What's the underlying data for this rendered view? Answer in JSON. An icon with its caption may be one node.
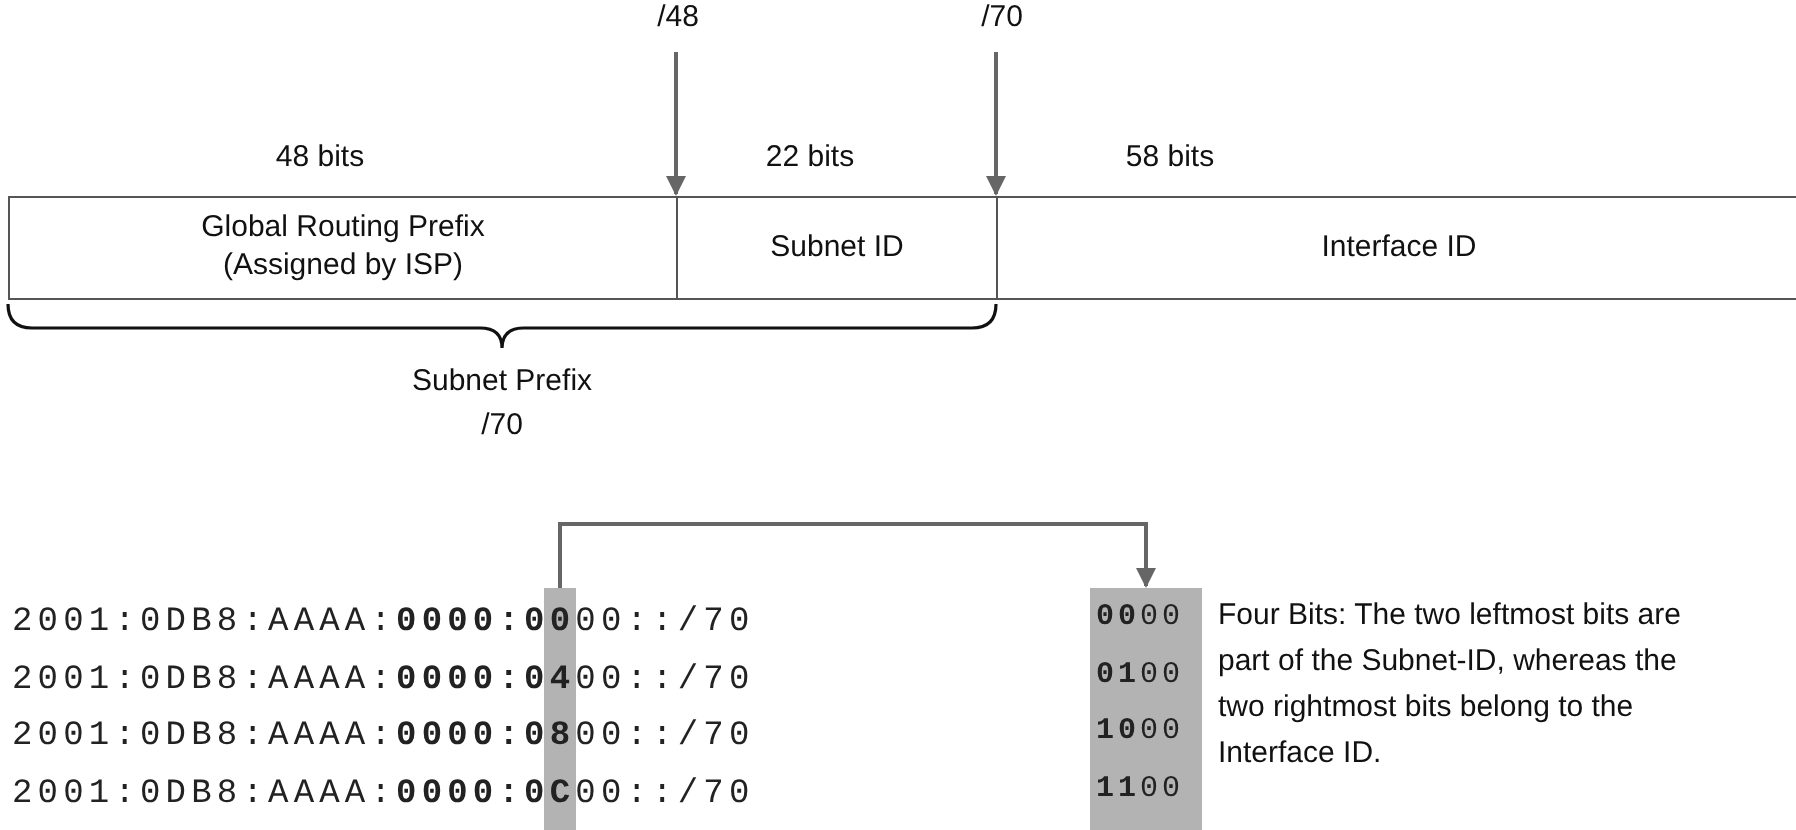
{
  "diagram": {
    "nodes": [
      {
        "text": [
          "Global Routing Prefix (Assigned by ISP)"
        ]
      },
      {
        "text": [
          "Subnet ID"
        ]
      },
      {
        "text": [
          "Interface ID"
        ]
      },
      {
        "text": [
          "/48"
        ]
      },
      {
        "text": [
          "/70"
        ]
      },
      {
        "text": [],
        "shape": "bar"
      },
      {
        "text": [
          "**00**00",
          "**01**00",
          "**10**00",
          "**11**00"
        ]
      }
    ],
    "edges": [
      {
        "from": 3,
        "to": 1,
        "arrow": "to"
      },
      {
        "from": 4,
        "to": 2,
        "arrow": "to"
      },
      {
        "from": 5,
        "to": 6,
        "arrow": "to"
      }
    ],
    "labels": [
      "48 bits",
      "22 bits",
      "58 bits",
      "Subnet Prefix /70",
      "2001:0DB8:AAAA:**0000:00**00::/70",
      "2001:0DB8:AAAA:**0000:04**00::/70",
      "2001:0DB8:AAAA:**0000:08**00::/70",
      "2001:0DB8:AAAA:**0000:0C**00::/70",
      "Four Bits: The two leftmost bits are part of the Subnet-ID, whereas the two rightmost bits belong to the Interface ID."
    ]
  }
}
